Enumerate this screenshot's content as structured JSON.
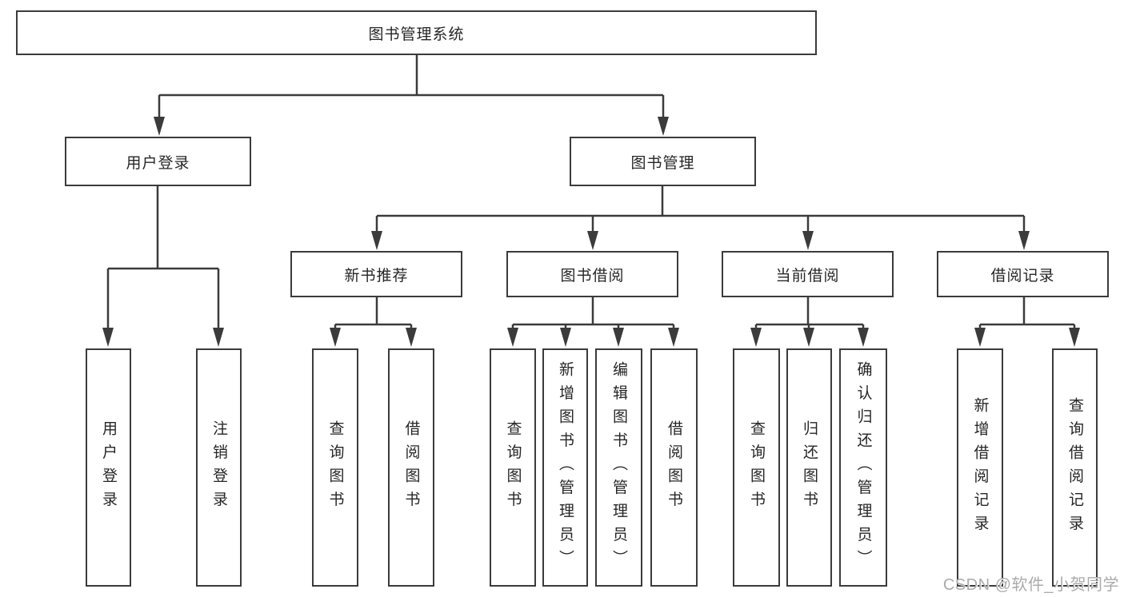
{
  "tree": {
    "label": "图书管理系统",
    "children": [
      {
        "label": "用户登录",
        "children": [
          {
            "label": "用户登录"
          },
          {
            "label": "注销登录"
          }
        ]
      },
      {
        "label": "图书管理",
        "children": [
          {
            "label": "新书推荐",
            "children": [
              {
                "label": "查询图书"
              },
              {
                "label": "借阅图书"
              }
            ]
          },
          {
            "label": "图书借阅",
            "children": [
              {
                "label": "查询图书"
              },
              {
                "label": "新增图书（管理员）"
              },
              {
                "label": "编辑图书（管理员）"
              },
              {
                "label": "借阅图书"
              }
            ]
          },
          {
            "label": "当前借阅",
            "children": [
              {
                "label": "查询图书"
              },
              {
                "label": "归还图书"
              },
              {
                "label": "确认归还（管理员）"
              }
            ]
          },
          {
            "label": "借阅记录",
            "children": [
              {
                "label": "新增借阅记录"
              },
              {
                "label": "查询借阅记录"
              }
            ]
          }
        ]
      }
    ]
  },
  "watermark": {
    "text": "CSDN @软件_小贺同学"
  },
  "colors": {
    "line": "#3b3b3b",
    "box_border": "#3b3b3b",
    "box_background": "#ffffff",
    "text": "#262626",
    "watermark": "#ababab",
    "background": "#ffffff"
  }
}
